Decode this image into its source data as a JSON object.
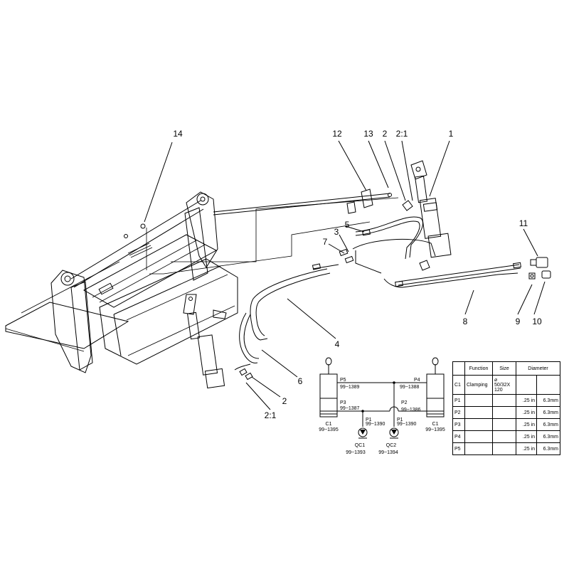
{
  "callouts": {
    "c14": "14",
    "c12": "12",
    "c13": "13",
    "c2_top": "2",
    "c21_top": "2:1",
    "c1": "1",
    "c5": "5",
    "c3": "3",
    "c7": "7",
    "c11": "11",
    "c4": "4",
    "c6": "6",
    "c8": "8",
    "c9": "9",
    "c10": "10",
    "c2_bottom": "2",
    "c21_bottom": "2:1"
  },
  "schematic": {
    "p5": "P5",
    "p5_part": "99−1389",
    "p4": "P4",
    "p4_part": "99−1388",
    "p3": "P3",
    "p3_part": "99−1387",
    "p2": "P2",
    "p2_part": "99−1386",
    "p1_left": "P1",
    "p1_left_part": "99−1390",
    "p1_right": "P1",
    "p1_right_part": "99−1390",
    "c1_left": "C1",
    "c1_left_part": "99−1395",
    "c1_right": "C1",
    "c1_right_part": "99−1395",
    "qc1": "QC1",
    "qc1_part": "99−1393",
    "qc2": "QC2",
    "qc2_part": "99−1394"
  },
  "table": {
    "headers": {
      "id": "",
      "function": "Function",
      "size": "Size",
      "diameter": "Diameter"
    },
    "rows": [
      {
        "id": "C1",
        "function": "Clamping",
        "size": "⌀ 50/32X 120",
        "in": "",
        "mm": ""
      },
      {
        "id": "P1",
        "function": "",
        "size": "",
        "in": ".25 in",
        "mm": "6.3mm"
      },
      {
        "id": "P2",
        "function": "",
        "size": "",
        "in": ".25 in",
        "mm": "6.3mm"
      },
      {
        "id": "P3",
        "function": "",
        "size": "",
        "in": ".25 in",
        "mm": "6.3mm"
      },
      {
        "id": "P4",
        "function": "",
        "size": "",
        "in": ".25 in",
        "mm": "6.3mm"
      },
      {
        "id": "P5",
        "function": "",
        "size": "",
        "in": ".25 in",
        "mm": "6.3mm"
      }
    ]
  }
}
